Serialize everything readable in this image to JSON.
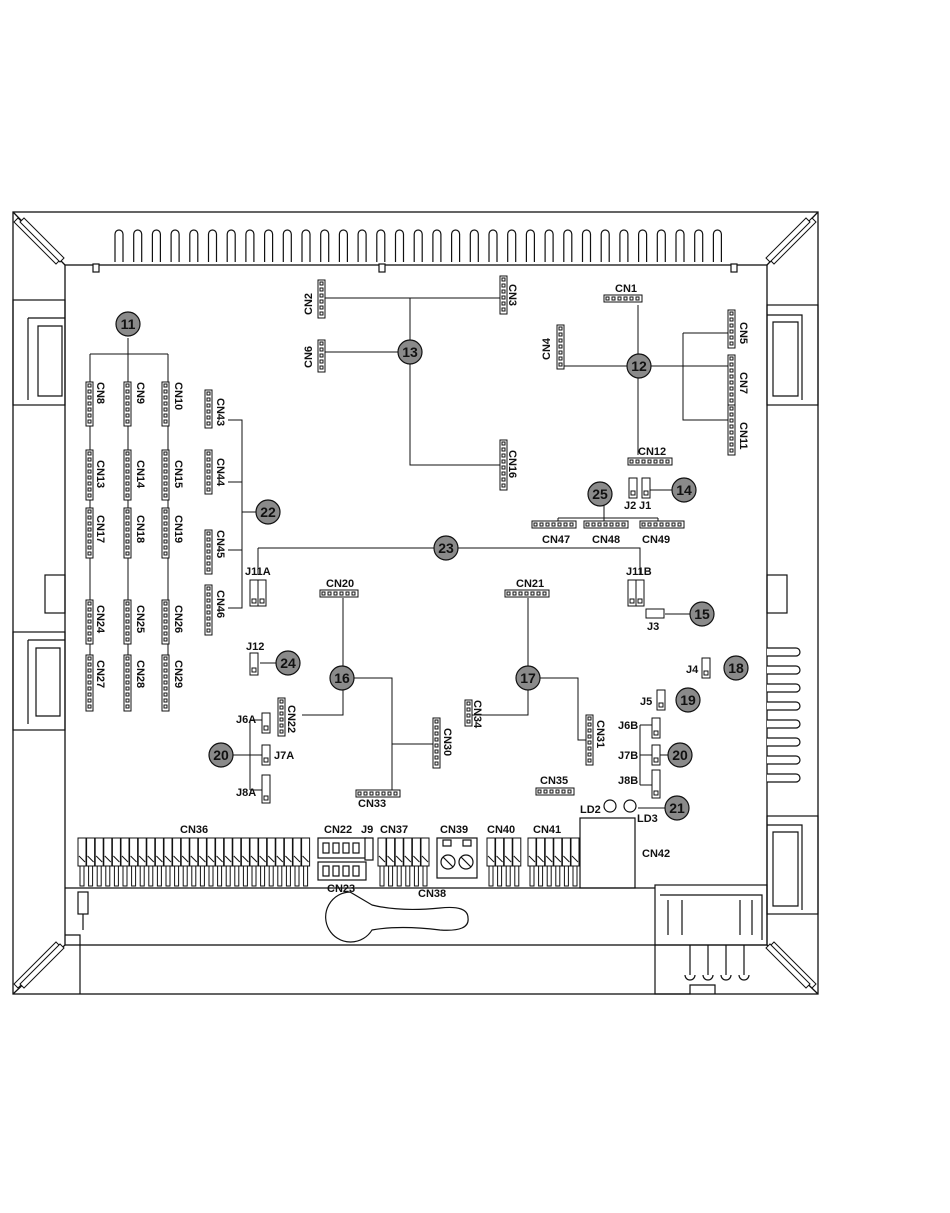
{
  "board": {
    "connectors": {
      "cn1": "CN1",
      "cn2": "CN2",
      "cn3": "CN3",
      "cn4": "CN4",
      "cn5": "CN5",
      "cn6": "CN6",
      "cn7": "CN7",
      "cn8": "CN8",
      "cn9": "CN9",
      "cn10": "CN10",
      "cn11": "CN11",
      "cn12": "CN12",
      "cn13": "CN13",
      "cn14": "CN14",
      "cn15": "CN15",
      "cn16": "CN16",
      "cn17": "CN17",
      "cn18": "CN18",
      "cn19": "CN19",
      "cn20": "CN20",
      "cn21": "CN21",
      "cn22a": "CN22",
      "cn22b": "CN22",
      "cn23": "CN23",
      "cn24": "CN24",
      "cn25": "CN25",
      "cn26": "CN26",
      "cn27": "CN27",
      "cn28": "CN28",
      "cn29": "CN29",
      "cn30": "CN30",
      "cn31": "CN31",
      "cn33": "CN33",
      "cn34": "CN34",
      "cn35": "CN35",
      "cn36": "CN36",
      "cn37": "CN37",
      "cn38": "CN38",
      "cn39": "CN39",
      "cn40": "CN40",
      "cn41": "CN41",
      "cn42": "CN42",
      "cn43": "CN43",
      "cn44": "CN44",
      "cn45": "CN45",
      "cn46": "CN46",
      "cn47": "CN47",
      "cn48": "CN48",
      "cn49": "CN49"
    },
    "jumpers": {
      "j1": "J1",
      "j2": "J2",
      "j3": "J3",
      "j4": "J4",
      "j5": "J5",
      "j6a": "J6A",
      "j6b": "J6B",
      "j7a": "J7A",
      "j7b": "J7B",
      "j8a": "J8A",
      "j8b": "J8B",
      "j9": "J9",
      "j11a": "J11A",
      "j11b": "J11B",
      "j12": "J12"
    },
    "leds": {
      "ld2": "LD2",
      "ld3": "LD3"
    },
    "callouts": {
      "c11": "11",
      "c12": "12",
      "c13": "13",
      "c14": "14",
      "c15": "15",
      "c16": "16",
      "c17": "17",
      "c18": "18",
      "c19": "19",
      "c20a": "20",
      "c20b": "20",
      "c21": "21",
      "c22": "22",
      "c23": "23",
      "c24": "24",
      "c25": "25"
    }
  }
}
